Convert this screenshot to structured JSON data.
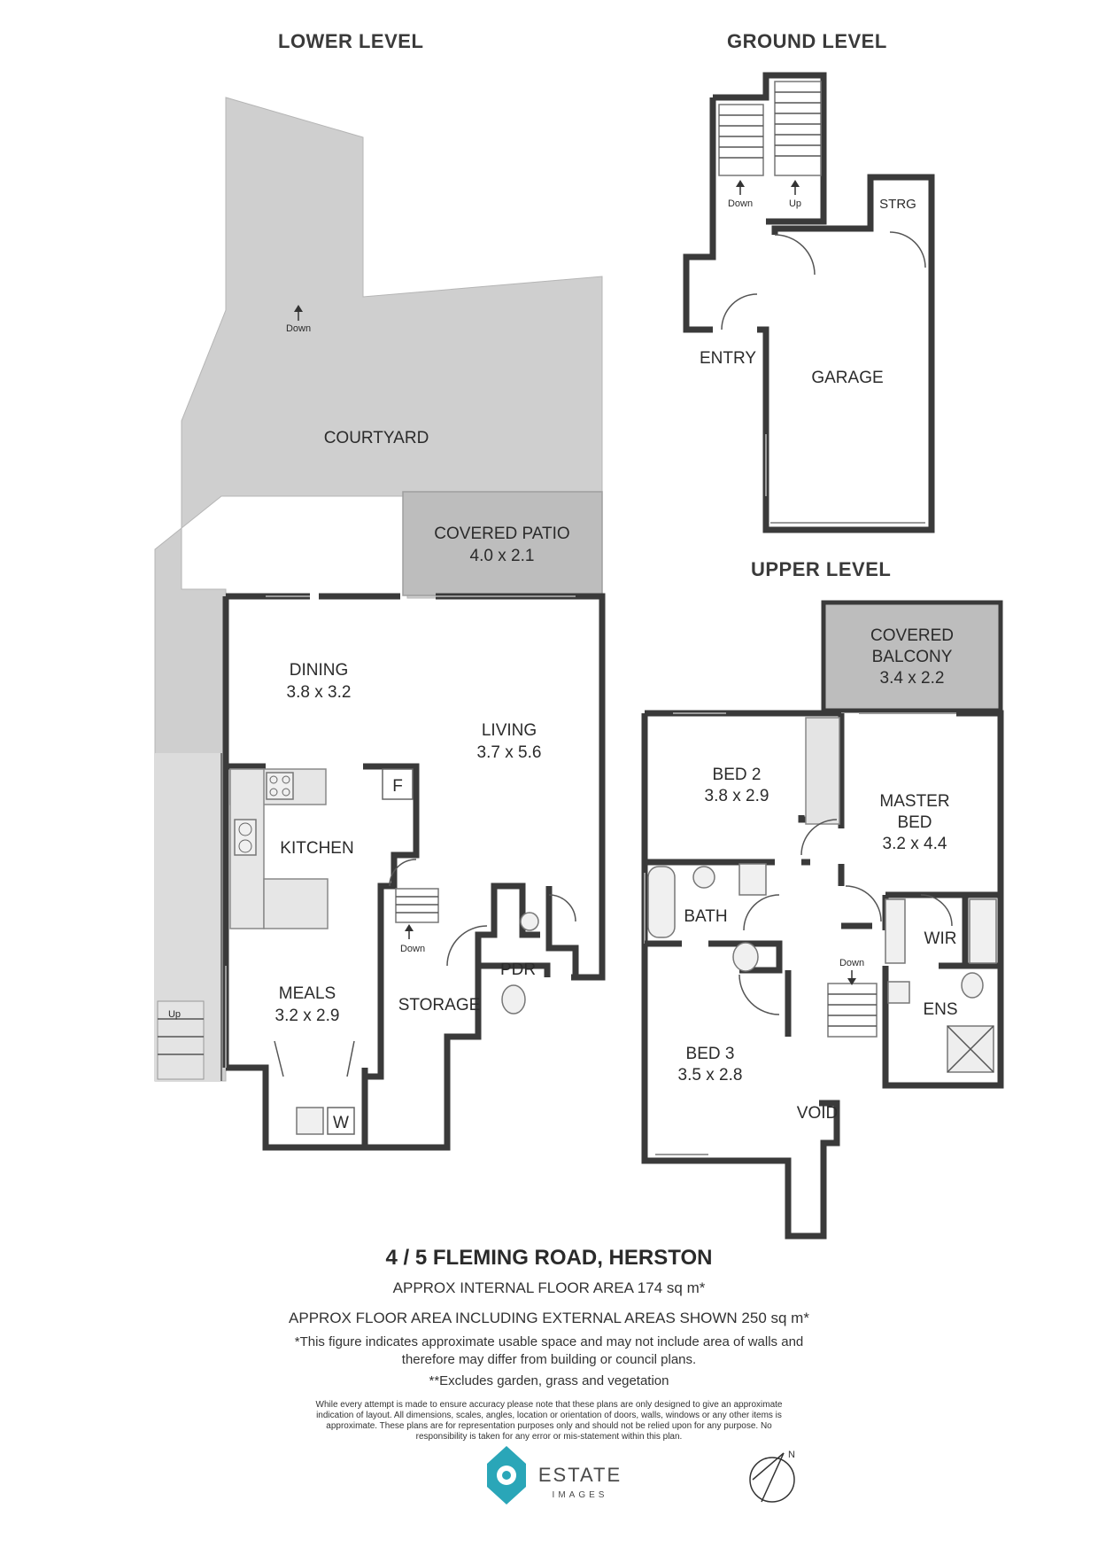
{
  "levels": {
    "lower": "LOWER LEVEL",
    "ground": "GROUND LEVEL",
    "upper": "UPPER LEVEL"
  },
  "rooms": {
    "courtyard": "COURTYARD",
    "covered_patio": "COVERED PATIO",
    "covered_patio_dim": "4.0 x 2.1",
    "dining": "DINING",
    "dining_dim": "3.8 x 3.2",
    "living": "LIVING",
    "living_dim": "3.7 x 5.6",
    "kitchen": "KITCHEN",
    "fridge": "F",
    "meals": "MEALS",
    "meals_dim": "3.2 x 2.9",
    "laundry": "W",
    "storage": "STORAGE",
    "pdr": "PDR",
    "entry": "ENTRY",
    "garage": "GARAGE",
    "strg": "STRG",
    "covered_balcony_1": "COVERED",
    "covered_balcony_2": "BALCONY",
    "covered_balcony_dim": "3.4 x 2.2",
    "bed2": "BED 2",
    "bed2_dim": "3.8 x 2.9",
    "master_1": "MASTER",
    "master_2": "BED",
    "master_dim": "3.2 x 4.4",
    "bath": "BATH",
    "wir": "WIR",
    "ens": "ENS",
    "bed3": "BED 3",
    "bed3_dim": "3.5 x 2.8",
    "void": "VOID"
  },
  "stairs": {
    "down": "Down",
    "up": "Up"
  },
  "footer": {
    "address": "4 / 5 FLEMING ROAD, HERSTON",
    "internal_area": "APPROX INTERNAL FLOOR AREA 174 sq m*",
    "total_area": "APPROX FLOOR AREA INCLUDING EXTERNAL AREAS SHOWN 250 sq m*",
    "note_line1": "*This figure indicates approximate usable space and may not include area of walls and",
    "note_line2": "therefore may differ from building or council plans.",
    "note_exclusion": "**Excludes garden, grass and vegetation",
    "disclaimer_1": "While every attempt is made to ensure accuracy please note that these plans are only designed to give an approximate",
    "disclaimer_2": "indication of layout. All dimensions, scales, angles, location or orientation of doors, walls, windows or any other items is",
    "disclaimer_3": "approximate. These plans are for representation purposes only and should not be relied upon for any purpose. No",
    "disclaimer_4": "responsibility is taken for any error or mis-statement within this plan."
  },
  "logo": {
    "name": "ESTATE",
    "sub": "IMAGES",
    "color": "#2aa6b8"
  },
  "compass": {
    "north": "N"
  },
  "colors": {
    "wall": "#3a3a3a",
    "outdoor": "#cfcfcf"
  }
}
